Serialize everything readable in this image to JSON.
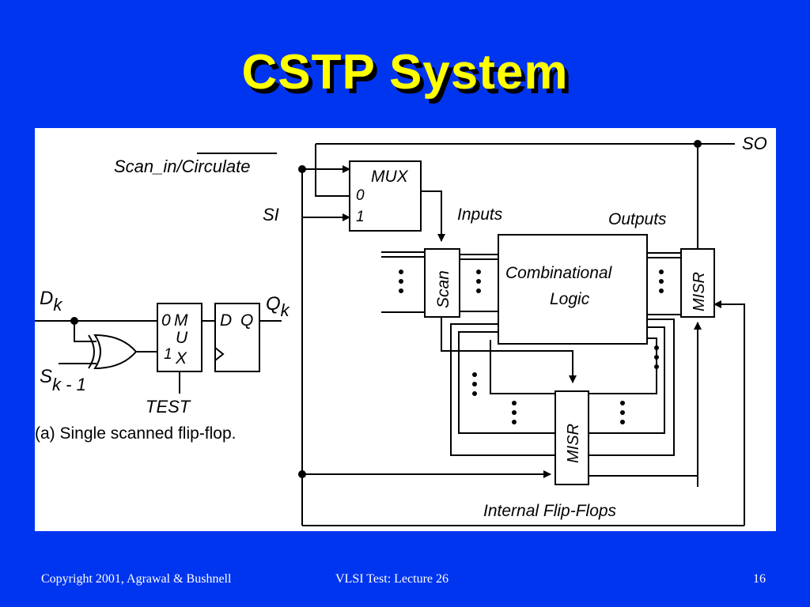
{
  "slide": {
    "title": "CSTP System",
    "footer": {
      "copyright": "Copyright 2001, Agrawal & Bushnell",
      "course": "VLSI Test: Lecture 26",
      "page_number": "16"
    }
  },
  "diagram": {
    "scan_in_label": "Scan_in/",
    "circulate_label": "Circulate",
    "si_label": "SI",
    "so_label": "SO",
    "mux_label": "MUX",
    "mux_in0": "0",
    "mux_in1": "1",
    "inputs_label": "Inputs",
    "outputs_label": "Outputs",
    "scan_label": "Scan",
    "comb_line1": "Combinational",
    "comb_line2": "Logic",
    "misr_label": "MISR",
    "internal_ff_label": "Internal Flip-Flops",
    "dk_main": "D",
    "dk_sub": "k",
    "qk_main": "Q",
    "qk_sub": "k",
    "sk_main": "S",
    "sk_sub": "k - 1",
    "small_mux_0": "0",
    "small_mux_m": "M",
    "small_mux_u": "U",
    "small_mux_1": "1",
    "small_mux_x": "X",
    "ff_d": "D",
    "ff_q": "Q",
    "test_label": "TEST",
    "caption": "(a) Single scanned flip-flop."
  }
}
